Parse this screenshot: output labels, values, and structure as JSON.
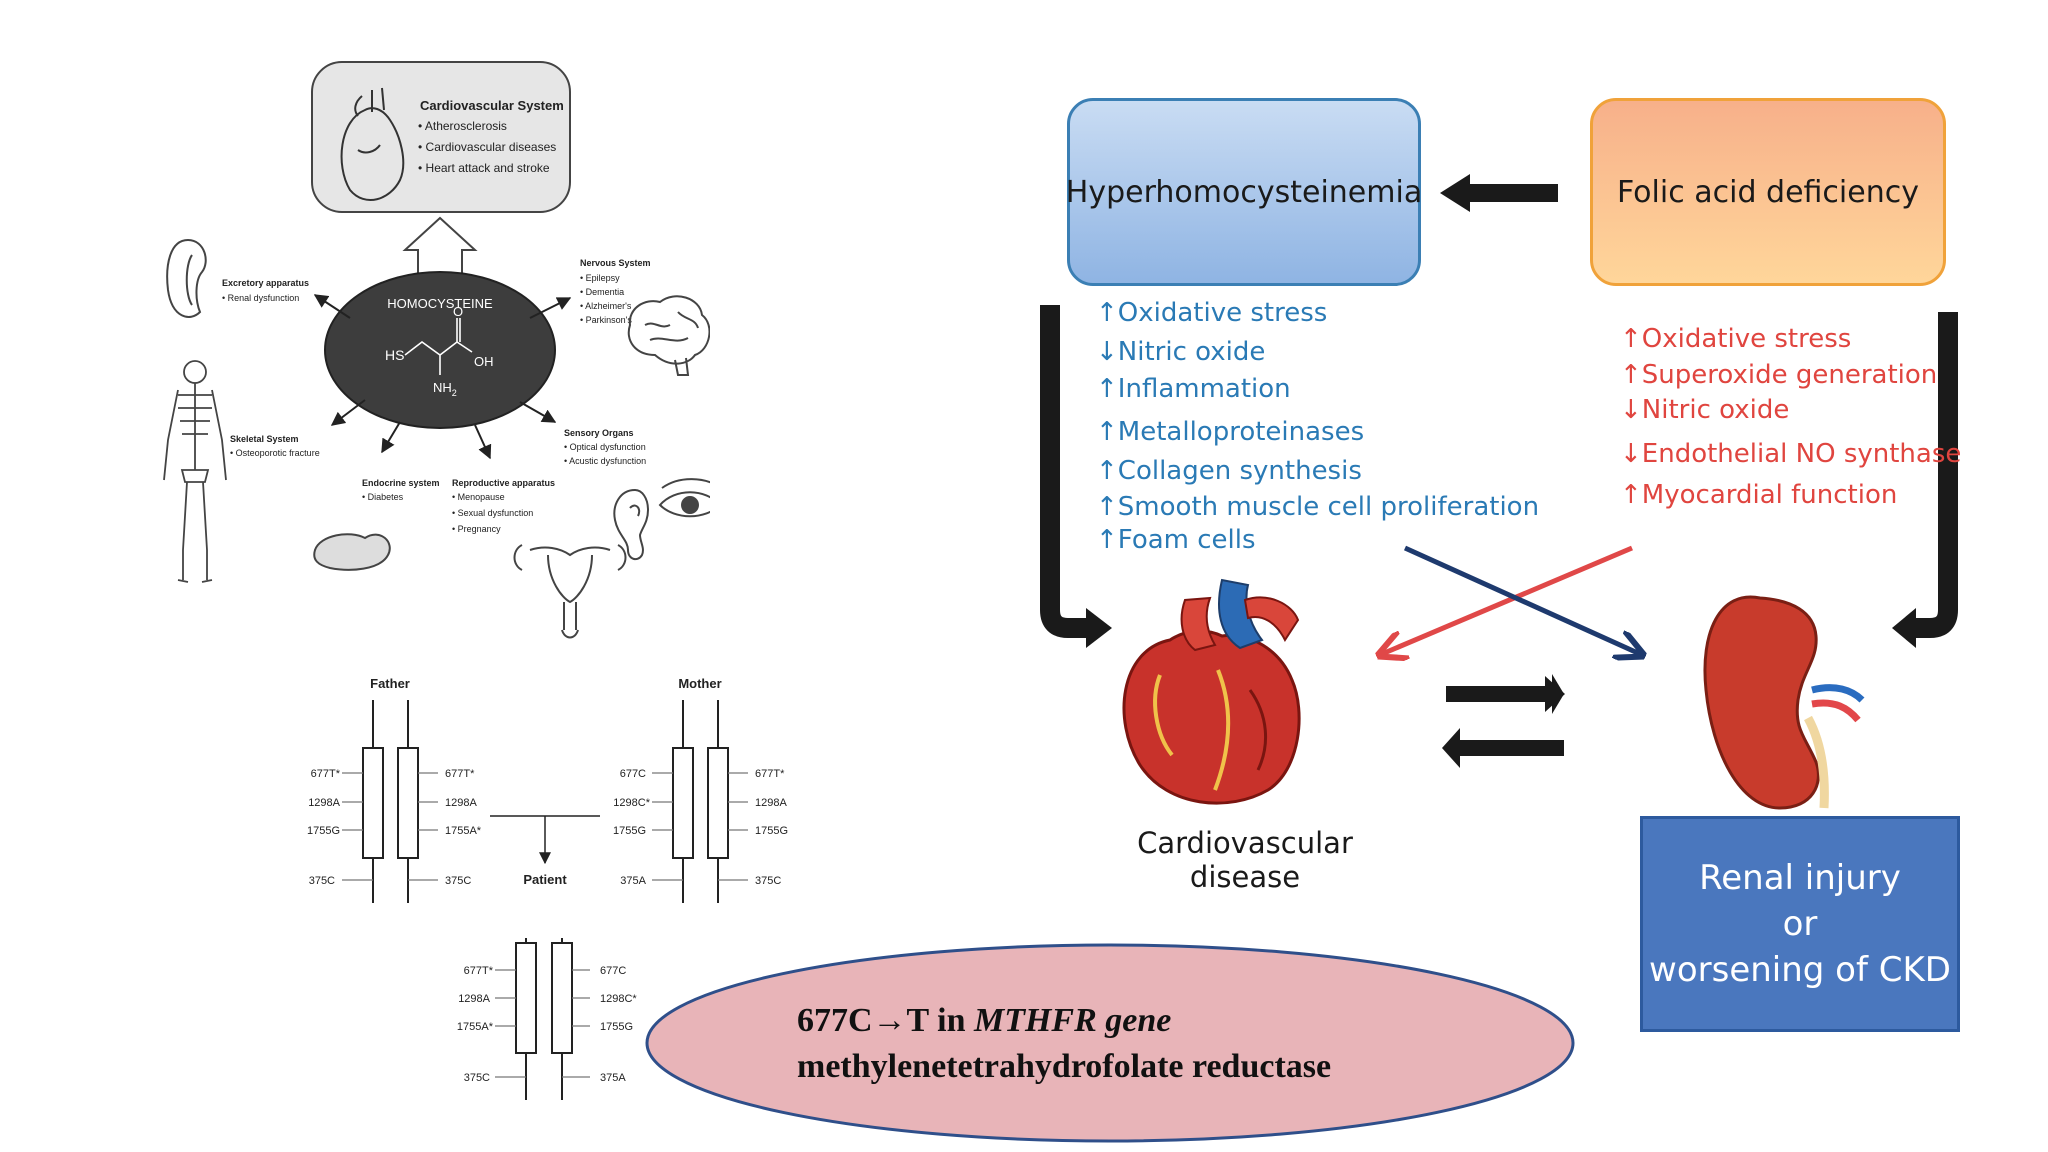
{
  "top_left": {
    "cardiovascular_title": "Cardiovascular System",
    "cardiovascular_items": [
      "Atherosclerosis",
      "Cardiovascular diseases",
      "Heart attack and stroke"
    ],
    "center_label": "HOMOCYSTEINE",
    "molecule": {
      "hs": "HS",
      "o": "O",
      "oh": "OH",
      "nh": "NH",
      "sub": "2"
    },
    "excretory_title": "Excretory apparatus",
    "excretory_items": [
      "Renal dysfunction"
    ],
    "nervous_title": "Nervous System",
    "nervous_items": [
      "Epilepsy",
      "Dementia",
      "Alzheimer's",
      "Parkinson's"
    ],
    "skeletal_title": "Skeletal System",
    "skeletal_items": [
      "Osteoporotic fracture"
    ],
    "sensory_title": "Sensory Organs",
    "sensory_items": [
      "Optical dysfunction",
      "Acustic dysfunction"
    ],
    "endocrine_title": "Endocrine system",
    "endocrine_items": [
      "Diabetes"
    ],
    "reproductive_title": "Reproductive apparatus",
    "reproductive_items": [
      "Menopause",
      "Sexual dysfunction",
      "Pregnancy"
    ]
  },
  "genetics": {
    "father": "Father",
    "mother": "Mother",
    "patient": "Patient",
    "father_left": [
      "677T*",
      "1298A",
      "1755G",
      "375C"
    ],
    "father_right": [
      "677T*",
      "1298A",
      "1755A*",
      "375C"
    ],
    "mother_left": [
      "677C",
      "1298C*",
      "1755G",
      "375A"
    ],
    "mother_right": [
      "677T*",
      "1298A",
      "1755G",
      "375C"
    ],
    "patient_left": [
      "677T*",
      "1298A",
      "1755A*",
      "375C"
    ],
    "patient_right": [
      "677C",
      "1298C*",
      "1755G",
      "375A"
    ]
  },
  "right": {
    "hyper": "Hyperhomocysteinemia",
    "folic": "Folic acid deficiency",
    "hyper_effects": [
      {
        "arrow": "↑",
        "text": "Oxidative stress"
      },
      {
        "arrow": "↓",
        "text": "Nitric oxide"
      },
      {
        "arrow": "↑",
        "text": "Inflammation"
      },
      {
        "arrow": "↑",
        "text": "Metalloproteinases"
      },
      {
        "arrow": "↑",
        "text": "Collagen synthesis"
      },
      {
        "arrow": "↑",
        "text": "Smooth muscle cell proliferation"
      },
      {
        "arrow": "↑",
        "text": "Foam cells"
      }
    ],
    "folic_effects": [
      {
        "arrow": "↑",
        "text": "Oxidative stress"
      },
      {
        "arrow": "↑",
        "text": "Superoxide generation"
      },
      {
        "arrow": "↓",
        "text": "Nitric oxide"
      },
      {
        "arrow": "↓",
        "text": "Endothelial NO synthase"
      },
      {
        "arrow": "↑",
        "text": "Myocardial function"
      }
    ],
    "cvd": "Cardiovascular disease",
    "renal_line1": "Renal injury",
    "renal_line2": "or",
    "renal_line3": "worsening of CKD"
  },
  "ellipse": {
    "line1_prefix": "677C→T in ",
    "line1_italic": "MTHFR gene",
    "line2": "methylenetetrahydrofolate reductase"
  },
  "colors": {
    "hyper_effects": "#2a7ab5",
    "folic_effects": "#e0453f",
    "renal_box": "#4a77be",
    "ellipse_fill": "#e8b4b8"
  }
}
